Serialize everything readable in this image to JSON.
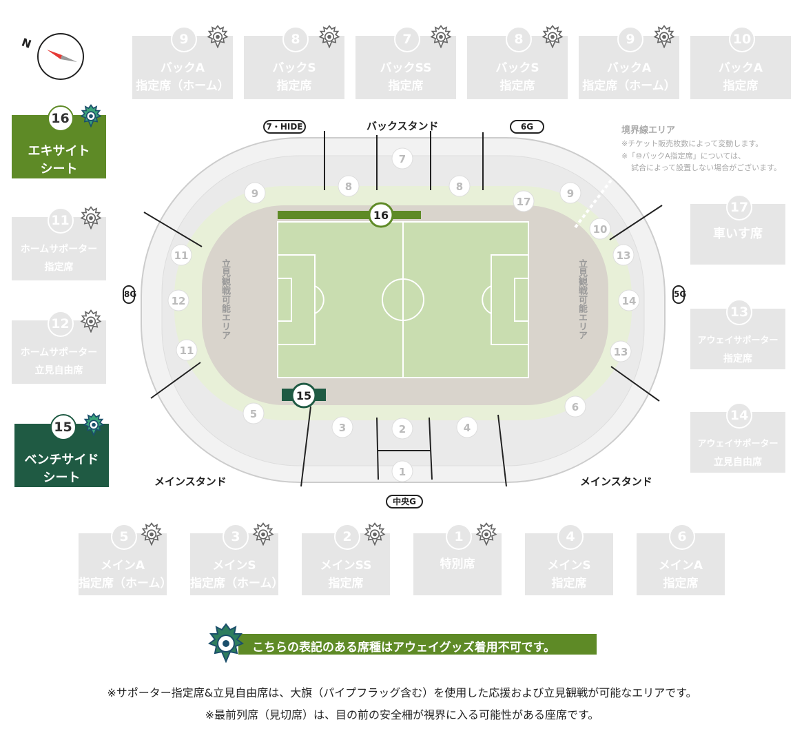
{
  "top_boxes": [
    {
      "num": "9",
      "line1": "バックA",
      "line2": "指定席（ホーム）",
      "crest": true
    },
    {
      "num": "8",
      "line1": "バックS",
      "line2": "指定席",
      "crest": true
    },
    {
      "num": "7",
      "line1": "バックSS",
      "line2": "指定席",
      "crest": true
    },
    {
      "num": "8",
      "line1": "バックS",
      "line2": "指定席",
      "crest": true
    },
    {
      "num": "9",
      "line1": "バックA",
      "line2": "指定席（ホーム）",
      "crest": true
    },
    {
      "num": "10",
      "line1": "バックA",
      "line2": "指定席",
      "crest": false
    }
  ],
  "left_boxes": [
    {
      "num": "16",
      "line1": "エキサイト",
      "line2": "シート",
      "crest": true,
      "style": "excite"
    },
    {
      "num": "11",
      "line1": "ホームサポーター",
      "line2": "指定席",
      "crest": true,
      "style": "grey"
    },
    {
      "num": "12",
      "line1": "ホームサポーター",
      "line2": "立見自由席",
      "crest": true,
      "style": "grey"
    },
    {
      "num": "15",
      "line1": "ベンチサイド",
      "line2": "シート",
      "crest": true,
      "style": "bench"
    }
  ],
  "right_boxes": [
    {
      "num": "17",
      "line1": "車いす席",
      "line2": ""
    },
    {
      "num": "13",
      "line1": "アウェイサポーター",
      "line2": "指定席"
    },
    {
      "num": "14",
      "line1": "アウェイサポーター",
      "line2": "立見自由席"
    }
  ],
  "bottom_boxes": [
    {
      "num": "5",
      "line1": "メインA",
      "line2": "指定席（ホーム）",
      "crest": true
    },
    {
      "num": "3",
      "line1": "メインS",
      "line2": "指定席（ホーム）",
      "crest": true
    },
    {
      "num": "2",
      "line1": "メインSS",
      "line2": "指定席",
      "crest": true
    },
    {
      "num": "1",
      "line1": "特別席",
      "line2": "",
      "crest": true
    },
    {
      "num": "4",
      "line1": "メインS",
      "line2": "指定席",
      "crest": false
    },
    {
      "num": "6",
      "line1": "メインA",
      "line2": "指定席",
      "crest": false
    }
  ],
  "map": {
    "back_stand": "バックスタンド",
    "main_stand_left": "メインスタンド",
    "main_stand_right": "メインスタンド",
    "gate_7": "7・HIDE",
    "gate_6": "6G",
    "gate_8": "8G",
    "gate_5": "5G",
    "gate_center": "中央G",
    "standing_left": "立見観戦可能エリア",
    "standing_right": "立見観戦可能エリア",
    "sec_16": "16",
    "sec_15": "15",
    "sec_labels": [
      "9",
      "8",
      "7",
      "8",
      "9",
      "17",
      "10",
      "11",
      "12",
      "11",
      "13",
      "14",
      "13",
      "5",
      "3",
      "2",
      "4",
      "6",
      "1"
    ]
  },
  "boundary": {
    "title": "境界線エリア",
    "note1": "※チケット販売枚数によって変動します。",
    "note2": "※「⑩バックA指定席」については、",
    "note3": "試合によって設置しない場合がございます。"
  },
  "legend": {
    "text": "こちらの表記のある席種はアウェイグッズ着用不可です。"
  },
  "notes": {
    "line1": "※サポーター指定席&立見自由席は、大旗（パイプフラッグ含む）を使用した応援および立見観戦が可能なエリアです。",
    "line2": "※最前列席（見切席）は、目の前の安全柵が視界に入る可能性がある座席です。"
  },
  "colors": {
    "excite": "#5e8a26",
    "bench": "#1f5a43",
    "grey_box": "#e6e6e6",
    "pitch": "#c9ddb0",
    "track": "#d9d4cc"
  }
}
